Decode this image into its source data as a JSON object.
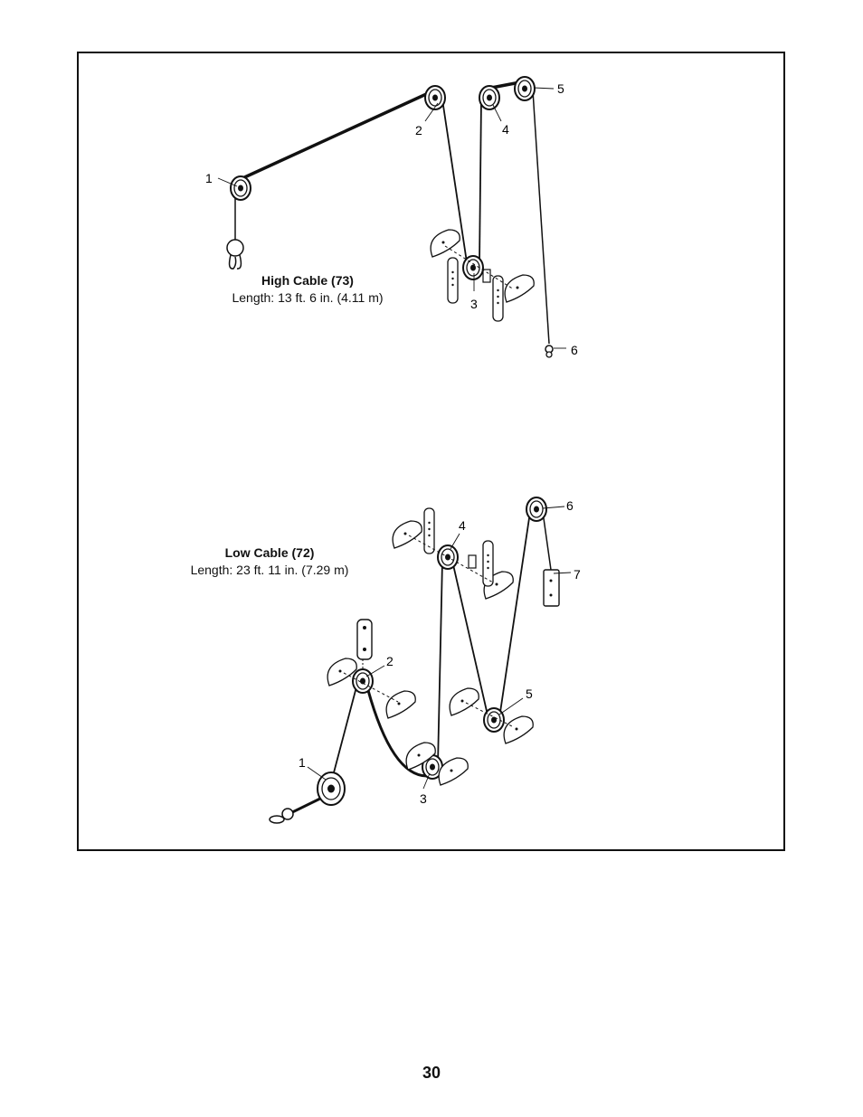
{
  "high_cable": {
    "title": "High Cable (73)",
    "length": "Length: 13 ft. 6 in. (4.11 m)",
    "pulley_labels": [
      "1",
      "2",
      "3",
      "4",
      "5",
      "6"
    ]
  },
  "low_cable": {
    "title": "Low Cable (72)",
    "length": "Length: 23 ft. 11 in. (7.29 m)",
    "pulley_labels": [
      "1",
      "2",
      "3",
      "4",
      "5",
      "6",
      "7"
    ]
  },
  "page_number": "30"
}
